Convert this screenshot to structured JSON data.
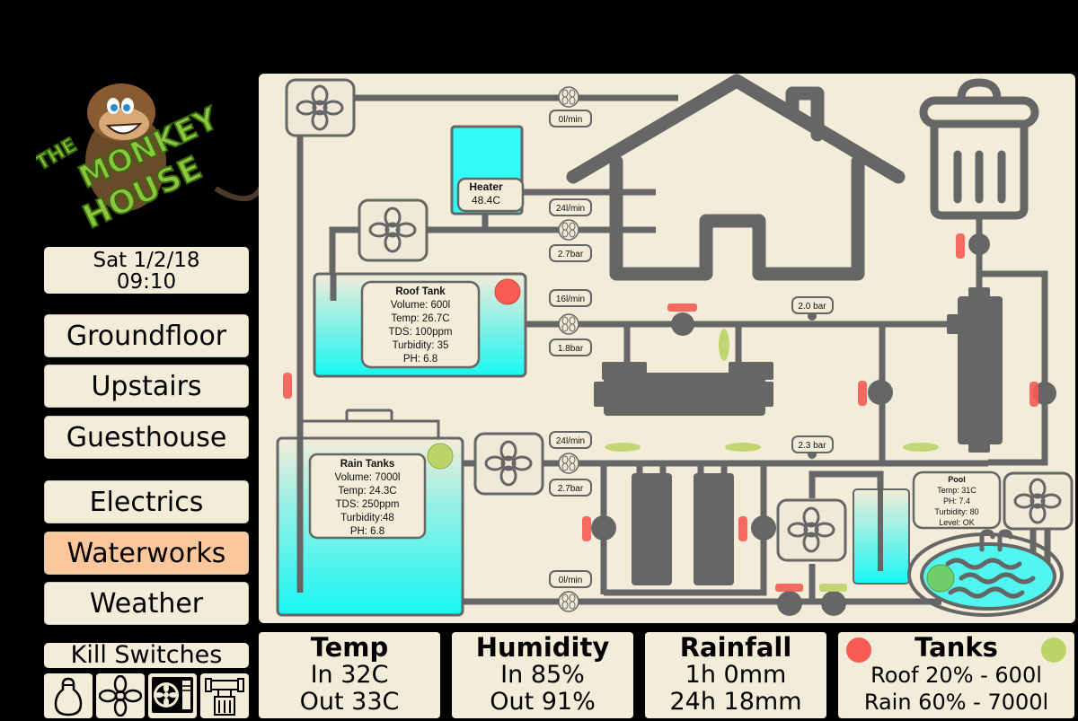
{
  "app": {
    "name": "The Monkey House"
  },
  "logo": {
    "line1": "THE",
    "line2": "MONKEY",
    "line3": "HOUSE"
  },
  "datetime": {
    "date": "Sat 1/2/18",
    "time": "09:10"
  },
  "nav": {
    "items": [
      {
        "label": "Groundfloor",
        "active": false
      },
      {
        "label": "Upstairs",
        "active": false
      },
      {
        "label": "Guesthouse",
        "active": false
      },
      {
        "label": "Electrics",
        "active": false
      },
      {
        "label": "Waterworks",
        "active": true
      },
      {
        "label": "Weather",
        "active": false
      }
    ]
  },
  "kill_switches": {
    "title": "Kill Switches",
    "icons": [
      "lightbulb-icon",
      "fan-icon",
      "aircon-icon",
      "pump-icon"
    ]
  },
  "diagram": {
    "heater": {
      "title": "Heater",
      "value": "48.4C"
    },
    "roof_tank": {
      "title": "Roof Tank",
      "lines": [
        "Volume: 600l",
        "Temp: 26.7C",
        "TDS: 100ppm",
        "Turbidity: 35",
        "PH: 6.8"
      ],
      "status_color": "#f75b52"
    },
    "rain_tanks": {
      "title": "Rain Tanks",
      "lines": [
        "Volume: 7000l",
        "Temp: 24.3C",
        "TDS: 250ppm",
        "Turbidity:48",
        "PH: 6.8"
      ],
      "status_color": "#bcd468"
    },
    "pool": {
      "title": "Pool",
      "lines": [
        "Temp: 31C",
        "PH: 7.4",
        "Turbidity: 80",
        "Level: OK"
      ]
    },
    "meters": {
      "top_flow": "0l/min",
      "heater_flow": "24l/min",
      "heater_pressure": "2.7bar",
      "roof_flow": "16l/min",
      "roof_pressure": "1.8bar",
      "rain_flow": "24l/min",
      "rain_pressure": "2.7bar",
      "bottom_flow": "0l/min",
      "gauge_upper": "2.0 bar",
      "gauge_lower": "2.3 bar"
    }
  },
  "stats": {
    "temp": {
      "title": "Temp",
      "line1": "In 32C",
      "line2": "Out 33C"
    },
    "humidity": {
      "title": "Humidity",
      "line1": "In 85%",
      "line2": "Out 91%"
    },
    "rainfall": {
      "title": "Rainfall",
      "line1": "1h 0mm",
      "line2": "24h 18mm"
    },
    "tanks": {
      "title": "Tanks",
      "line1": "Roof 20% - 600l",
      "line2": "Rain 60% - 7000l",
      "left_color": "#f75b52",
      "right_color": "#bcd468"
    }
  },
  "colors": {
    "panel": "#f3ecd9",
    "active": "#fcc89b",
    "pipe": "#666666",
    "water": "#2ef8f4",
    "valve_closed": "#f75b52",
    "valve_open": "#bcd468"
  }
}
